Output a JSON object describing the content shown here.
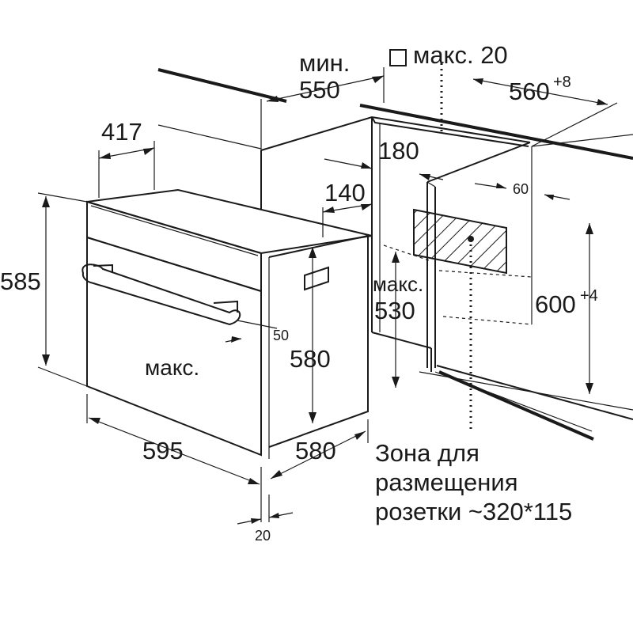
{
  "labels": {
    "min_prefix": "мин.",
    "min_value": "550",
    "max_gap": "макс. 20",
    "niche_width": "560",
    "niche_width_tol": "+8",
    "depth_417": "417",
    "top_180": "180",
    "side_60": "60",
    "side_140": "140",
    "height_585": "585",
    "max_530_prefix": "макс.",
    "max_530_value": "530",
    "niche_height": "600",
    "niche_height_tol": "+4",
    "handle_50": "50",
    "max_label": "макс.",
    "height_580": "580",
    "width_595": "595",
    "depth_580": "580",
    "front_20": "20"
  },
  "socket_zone": {
    "line1": "Зона для",
    "line2": "размещения",
    "line3": "розетки ~320*115"
  }
}
